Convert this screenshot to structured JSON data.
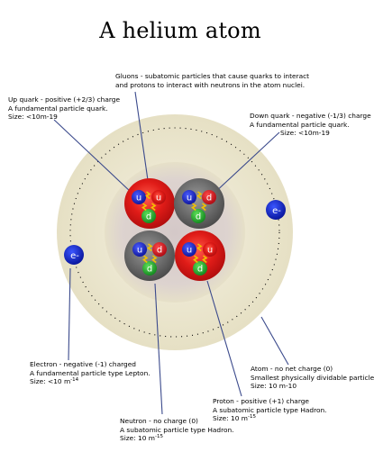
{
  "title": "A helium atom",
  "particle_letters": {
    "up": "u",
    "down": "d"
  },
  "electron_label": "e-",
  "labels": {
    "gluons": {
      "line1": "Gluons - subatomic particles that cause quarks to interact",
      "line2": "and protons to interact with neutrons in the atom nuclei."
    },
    "up_quark": {
      "line1": "Up quark - positive (+2/3) charge",
      "line2": "A fundamental particle quark.",
      "size_prefix": "Size: <10m-19"
    },
    "down_quark": {
      "line1": "Down quark - negative (-1/3) charge",
      "line2": "A fundamental particle quark.",
      "size_prefix": "Size: <10m-19"
    },
    "electron": {
      "line1": "Electron - negative (-1) charged",
      "line2": "A fundamental particle type Lepton.",
      "size_prefix": "Size: <10 m",
      "size_exp": "-14"
    },
    "atom": {
      "line1": "Atom - no net charge (0)",
      "line2": "Smallest physically dividable particle",
      "size_prefix": "Size: 10 m-10"
    },
    "proton": {
      "line1": "Proton - positive (+1) charge",
      "line2": "A subatomic particle type Hadron.",
      "size_prefix": "Size: 10 m",
      "size_exp": "-15"
    },
    "neutron": {
      "line1": "Neutron - no charge (0)",
      "line2": "A subatomic particle type Hadron.",
      "size_prefix": "Size: 10 m",
      "size_exp": "-15"
    }
  },
  "colors": {
    "atom_outer": "#ebe7cd",
    "nucleus_halo": "#d9cfcd",
    "proton": "#d81e1e",
    "neutron": "#6e6e6e",
    "up_quark": "#1a22c8",
    "down_quark": "#d2141e",
    "green_quark": "#1ea82a",
    "gluon": "#f2c200",
    "electron": "#1226c8",
    "pointer_line": "#3b4a8c"
  }
}
